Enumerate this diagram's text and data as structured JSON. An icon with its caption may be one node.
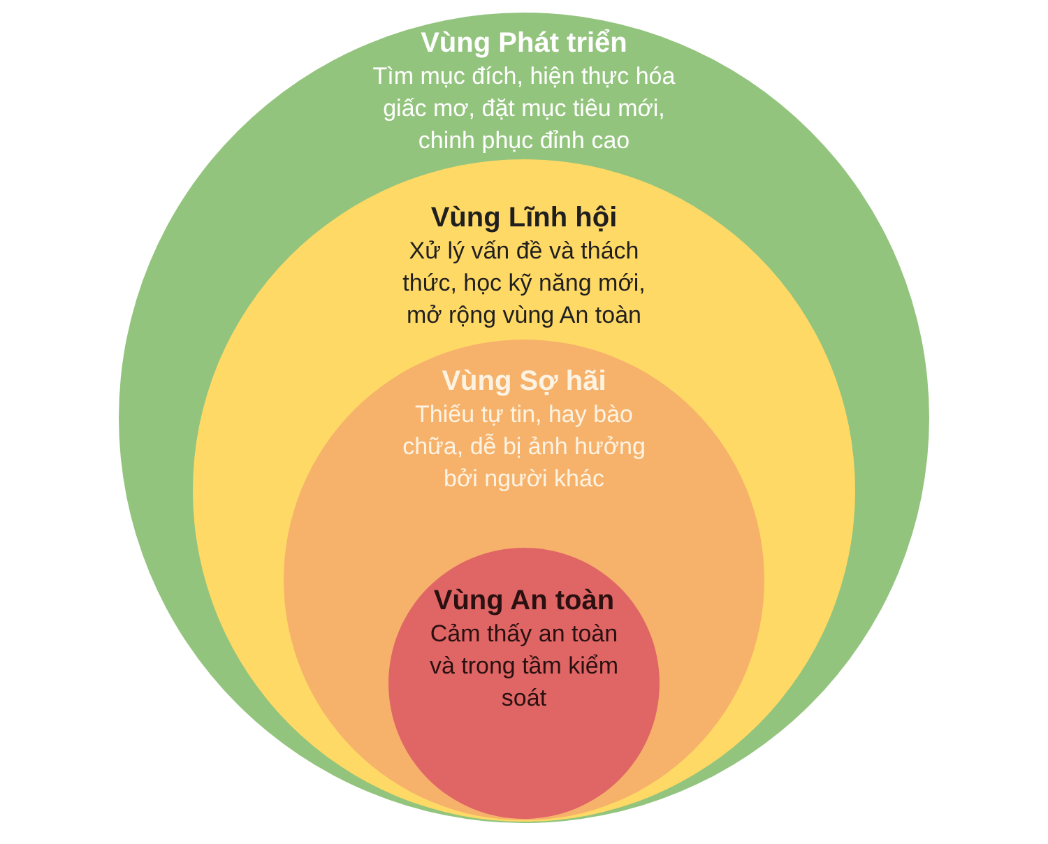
{
  "diagram": {
    "nodes": [
      {
        "text": [
          "Vùng Phát triển",
          "Tìm mục đích, hiện thực hóa giấc mơ, đặt mục tiêu mới, chinh phục đỉnh cao"
        ]
      },
      {
        "text": [
          "Vùng Lĩnh hội",
          "Xử lý vấn đề và thách thức, học kỹ năng mới, mở rộng vùng An toàn"
        ],
        "in": 0
      },
      {
        "text": [
          "Vùng Sợ hãi",
          "Thiếu tự tin, hay bào chữa, dễ bị ảnh hưởng bởi người khác"
        ],
        "in": 1
      },
      {
        "text": [
          "Vùng An toàn",
          "Cảm thấy an toàn và trong tầm kiểm soát"
        ],
        "in": 2
      }
    ]
  }
}
